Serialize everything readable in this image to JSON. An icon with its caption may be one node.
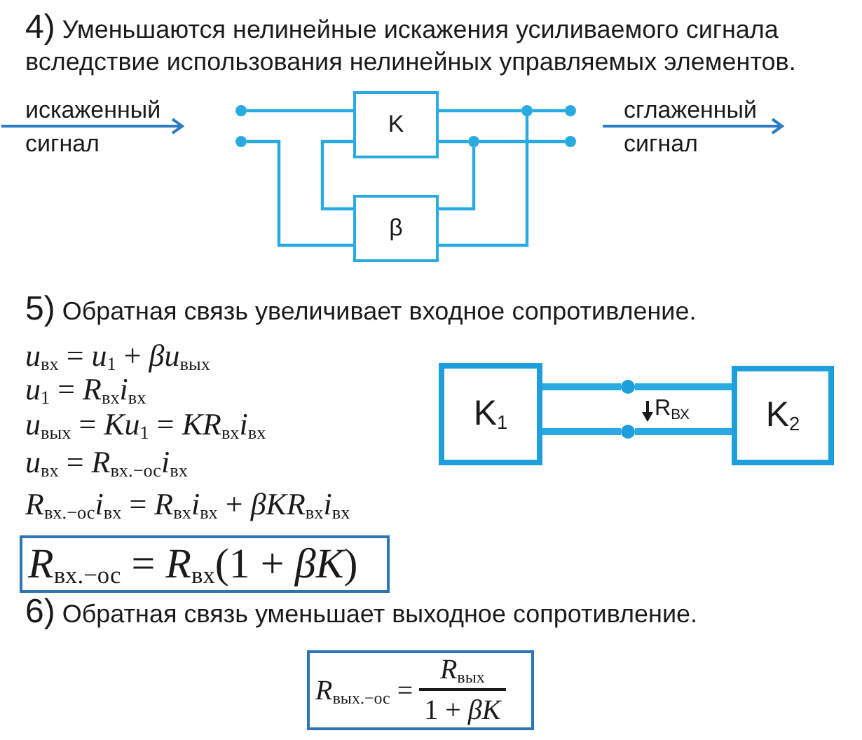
{
  "diagram": {
    "nodes": [
      {
        "text": [],
        "shape": "circle"
      },
      {
        "text": [],
        "shape": "circle"
      },
      {
        "text": [
          "K"
        ]
      },
      {
        "text": [
          "β"
        ]
      },
      {
        "text": [],
        "shape": "circle"
      },
      {
        "text": [],
        "shape": "circle"
      },
      {
        "text": [],
        "shape": "circle"
      },
      {
        "text": [],
        "shape": "circle"
      },
      {
        "text": [
          "K$_{1}$"
        ]
      },
      {
        "text": [],
        "shape": "circle"
      },
      {
        "text": [],
        "shape": "circle"
      },
      {
        "text": [
          "K$_{2}$"
        ]
      },
      {
        "text": [
          "*R*$_{вх.−ос}$ = *R*$_{вх}$(1 + *βK*)"
        ]
      },
      {
        "text": [
          "*R*$_{вых.−ос}$ =",
          "*R*$_{вых}$",
          "1 + *βK*"
        ]
      }
    ],
    "edges": [
      {
        "from": 0,
        "to": 2,
        "arrow": "none"
      },
      {
        "from": 1,
        "to": 3,
        "arrow": "none"
      },
      {
        "from": 2,
        "to": 5,
        "arrow": "none"
      },
      {
        "from": 5,
        "to": 6,
        "arrow": "none"
      },
      {
        "from": 2,
        "to": 4,
        "arrow": "none"
      },
      {
        "from": 4,
        "to": 7,
        "arrow": "none"
      },
      {
        "from": 2,
        "to": 3,
        "arrow": "none"
      },
      {
        "from": 4,
        "to": 3,
        "arrow": "none"
      },
      {
        "from": 5,
        "to": 3,
        "arrow": "none"
      },
      {
        "from": 8,
        "to": 9,
        "arrow": "none",
        "style": "thick"
      },
      {
        "from": 9,
        "to": 11,
        "arrow": "none",
        "style": "thick"
      },
      {
        "from": 8,
        "to": 10,
        "arrow": "none",
        "style": "thick"
      },
      {
        "from": 10,
        "to": 11,
        "arrow": "none",
        "style": "thick"
      }
    ],
    "labels": [
      "4) Уменьшаются нелинейные искажения усиливаемого сигнала вследствие использования нелинейных управляемых элементов.",
      "искаженный",
      "сигнал",
      "сглаженный",
      "сигнал",
      "5) Обратная связь увеличивает входное сопротивление.",
      "*u*$_{вх}$ = *u*$_{1}$ + *βu*$_{вых}$",
      "*u*$_{1}$ = *R*$_{вх}$*i*$_{вх}$",
      "*u*$_{вых}$ = *Ku*$_{1}$ = *KR*$_{вх}$*i*$_{вх}$",
      "*u*$_{вх}$ = *R*$_{вх.−ос}$*i*$_{вх}$",
      "*R*$_{вх.−ос}$*i*$_{вх}$ = *R*$_{вх}$*i*$_{вх}$ + *βKR*$_{вх}$*i*$_{вх}$",
      "R$_{ВХ}$",
      "6) Обратная связь уменьшает выходное сопротивление."
    ]
  }
}
